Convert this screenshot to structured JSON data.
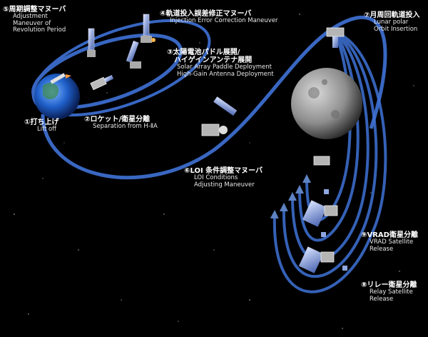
{
  "steps": [
    {
      "jp": "①打ち上げ",
      "en": [
        "Lift off"
      ]
    },
    {
      "jp": "②ロケット/衛星分離",
      "en": [
        "Separation from H-ⅡA"
      ]
    },
    {
      "jp": "③太陽電池パドル展開/",
      "jp2": "ハイゲインアンテナ展開",
      "en": [
        "Solar Array Paddle Deployment",
        "High-Gain Antenna Deployment"
      ]
    },
    {
      "jp": "④軌道投入誤差修正マヌーバ",
      "en": [
        "Injection Error Correction Maneuver"
      ]
    },
    {
      "jp": "⑤周期調整マヌーバ",
      "en": [
        "Adjustment",
        "Maneuver of",
        "Revolution Period"
      ]
    },
    {
      "jp": "⑥LOI 条件調整マヌーバ",
      "en": [
        "LOI Conditions",
        "Adjusting Maneuver"
      ]
    },
    {
      "jp": "⑦月周回軌道投入",
      "en": [
        "Lunar polar",
        "Orbit Insertion"
      ]
    },
    {
      "jp": "⑧リレー衛星分離",
      "en": [
        "Relay Satellite",
        "Release"
      ]
    },
    {
      "jp": "⑨VRAD衛星分離",
      "en": [
        "VRAD Satellite",
        "Release"
      ]
    }
  ]
}
